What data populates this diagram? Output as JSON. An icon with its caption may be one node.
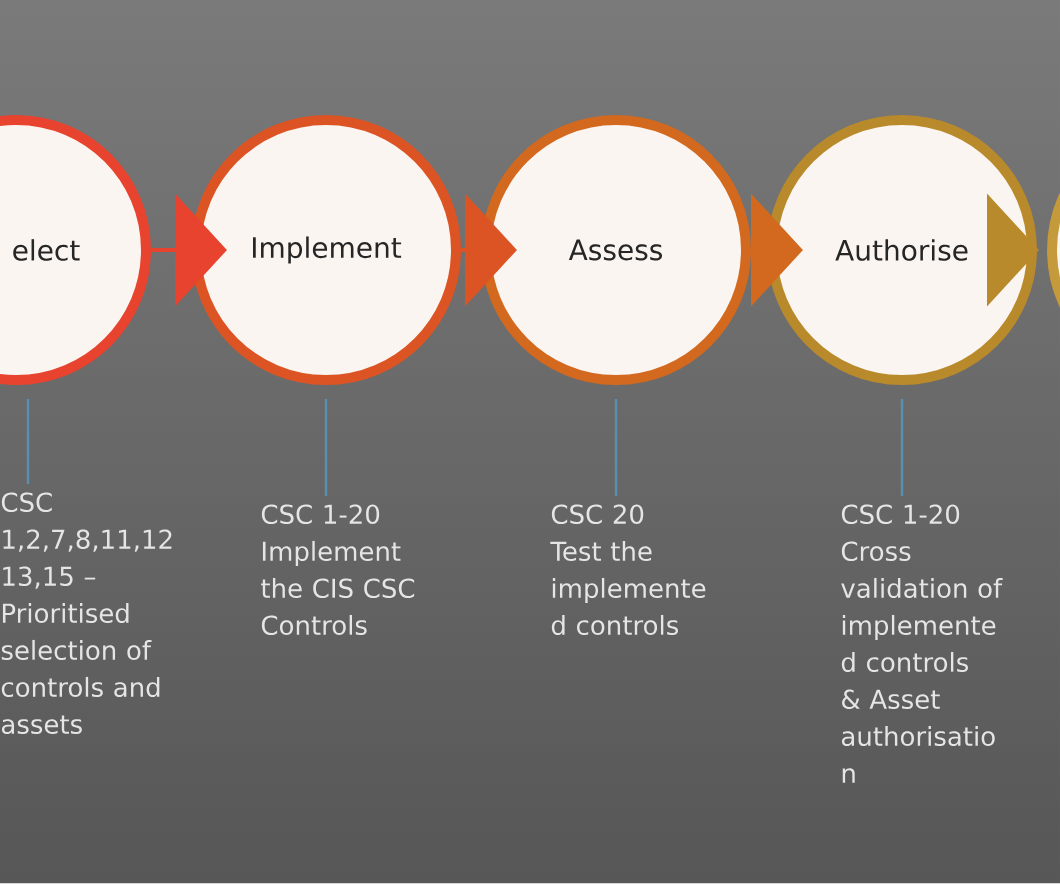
{
  "diagram": {
    "nodes": [
      {
        "text": [
          "elect"
        ]
      },
      {
        "text": [
          "Implement"
        ]
      },
      {
        "text": [
          "Assess"
        ]
      },
      {
        "text": [
          "Authorise"
        ]
      },
      {
        "text": [],
        "shape": "circle"
      },
      {
        "text": [
          "CSC 1,2,7,8,11,12 13,15 – Prioritised selection of controls and assets"
        ]
      },
      {
        "text": [
          "CSC 1-20 Implement the CIS CSC Controls"
        ]
      },
      {
        "text": [
          "CSC 20 Test the implemente d controls"
        ]
      },
      {
        "text": [
          "CSC 1-20 Cross validation of implemente d controls & Asset authorisatio n"
        ]
      }
    ],
    "edges": [
      {
        "from": 0,
        "to": 1,
        "arrow": "to",
        "color": "#e8432e"
      },
      {
        "from": 1,
        "to": 2,
        "arrow": "to",
        "color": "#dc5424"
      },
      {
        "from": 2,
        "to": 3,
        "arrow": "to",
        "color": "#d2691e"
      },
      {
        "from": 3,
        "to": 4,
        "arrow": "to",
        "color": "#b98a2c"
      },
      {
        "from": 0,
        "to": 5,
        "arrow": "none",
        "color": "#5b8fb0"
      },
      {
        "from": 1,
        "to": 6,
        "arrow": "none",
        "color": "#5b8fb0"
      },
      {
        "from": 2,
        "to": 7,
        "arrow": "none",
        "color": "#5b8fb0"
      },
      {
        "from": 3,
        "to": 8,
        "arrow": "none",
        "color": "#5b8fb0"
      }
    ]
  }
}
